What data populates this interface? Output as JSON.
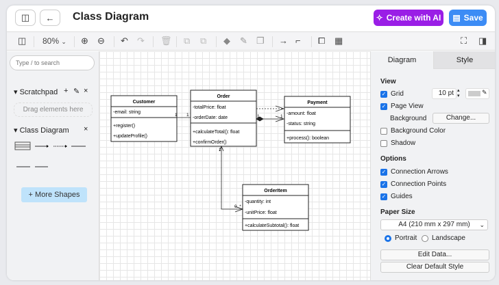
{
  "header": {
    "title": "Class Diagram",
    "create_ai": "Create with AI",
    "save": "Save",
    "brand_color": "#9a1ee6",
    "save_color": "#3c8cf5"
  },
  "toolbar": {
    "zoom": "80%"
  },
  "sidebar": {
    "search_placeholder": "Type / to search",
    "scratchpad": "Scratchpad",
    "drag_hint": "Drag elements here",
    "class_diagram": "Class Diagram",
    "more_shapes": "More Shapes"
  },
  "diagram": {
    "customer": {
      "name": "Customer",
      "attrs": [
        "-email: string"
      ],
      "methods": [
        "+register()",
        "+updateProfile()"
      ]
    },
    "order": {
      "name": "Order",
      "attrs": [
        "-totalPrice: float",
        "-orderDate: date"
      ],
      "methods": [
        "+calculateTotal(): float",
        "+confirmOrder()"
      ]
    },
    "payment": {
      "name": "Payment",
      "attrs": [
        "-amount: float",
        "-status: string"
      ],
      "methods": [
        "+process(): boolean"
      ]
    },
    "orderitem": {
      "name": "OrderItem",
      "attrs": [
        "-quantity: int",
        "-unitPrice: float"
      ],
      "methods": [
        "+calculateSubtotal(): float"
      ]
    },
    "mult": {
      "one": "1",
      "many": "0..*"
    }
  },
  "panel": {
    "tabs": [
      "Diagram",
      "Style"
    ],
    "view": "View",
    "grid": "Grid",
    "grid_size": "10 pt",
    "page_view": "Page View",
    "background": "Background",
    "change": "Change...",
    "background_color": "Background Color",
    "shadow": "Shadow",
    "options": "Options",
    "connection_arrows": "Connection Arrows",
    "connection_points": "Connection Points",
    "guides": "Guides",
    "paper_size": "Paper Size",
    "paper": "A4 (210 mm x 297 mm)",
    "portrait": "Portrait",
    "landscape": "Landscape",
    "edit_data": "Edit Data...",
    "clear_style": "Clear Default Style",
    "checks": {
      "grid": true,
      "page_view": true,
      "background_color": false,
      "shadow": false,
      "connection_arrows": true,
      "connection_points": true,
      "guides": true
    },
    "orientation": "Portrait"
  }
}
